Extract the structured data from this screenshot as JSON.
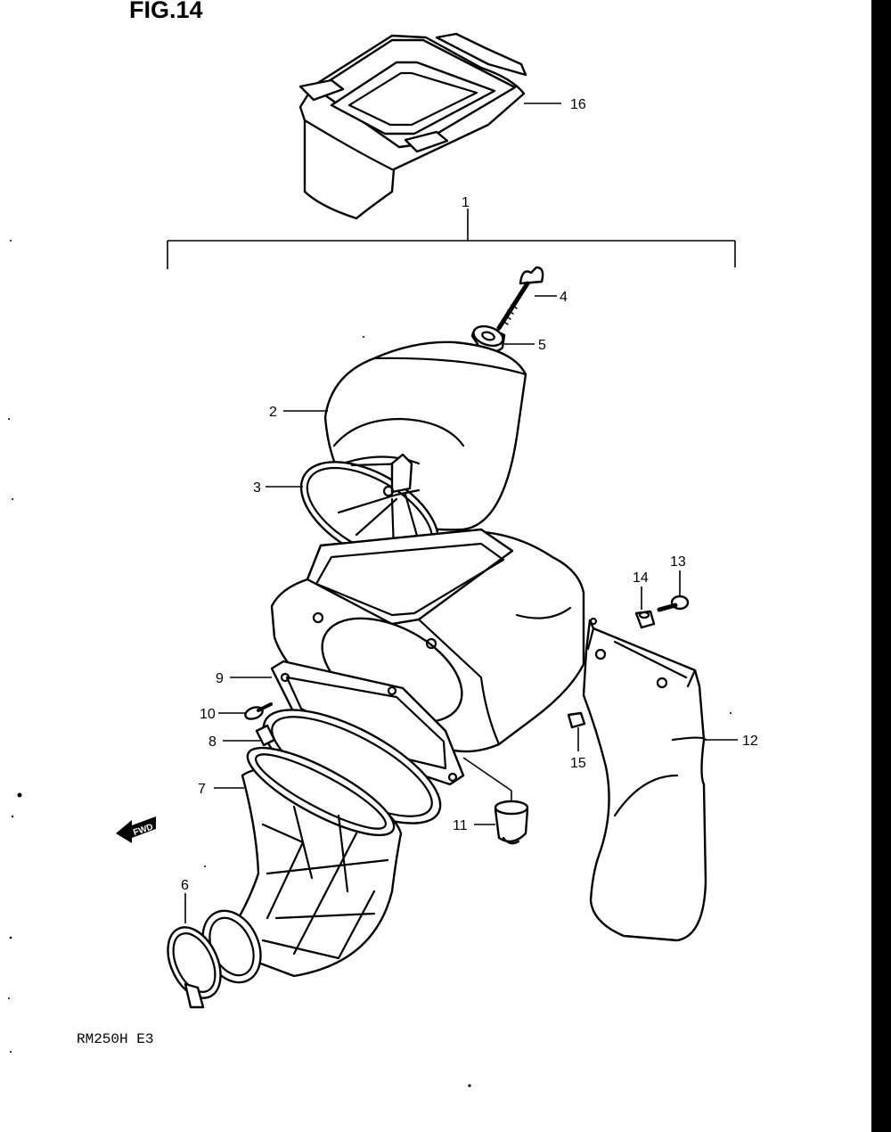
{
  "figure_title": "FIG.14",
  "model_code": "RM250H E3",
  "fwd_label": "FWD",
  "callouts": {
    "c1": "1",
    "c2": "2",
    "c3": "3",
    "c4": "4",
    "c5": "5",
    "c6": "6",
    "c7": "7",
    "c8": "8",
    "c9": "9",
    "c10": "10",
    "c11": "11",
    "c12": "12",
    "c13": "13",
    "c14": "14",
    "c15": "15",
    "c16": "16"
  },
  "colors": {
    "ink": "#000000",
    "paper": "#ffffff",
    "edge_bar": "#000000"
  }
}
